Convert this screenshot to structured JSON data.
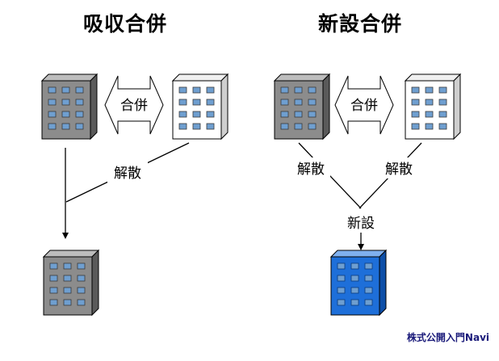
{
  "titles": {
    "absorption_merger": "吸収合併",
    "new_merger": "新設合併"
  },
  "labels": {
    "merge": "合併",
    "dissolve": "解散",
    "establish": "新設"
  },
  "credit": "株式公開入門Navi",
  "colors": {
    "building_gray": "#8c8c8c",
    "building_white": "#ffffff",
    "building_blue": "#1e6fd9",
    "window_blue": "#6f9fd0",
    "text_credit": "#1a1a7a"
  },
  "icons": [
    "building-icon",
    "double-arrow-icon",
    "arrow-down-icon"
  ]
}
